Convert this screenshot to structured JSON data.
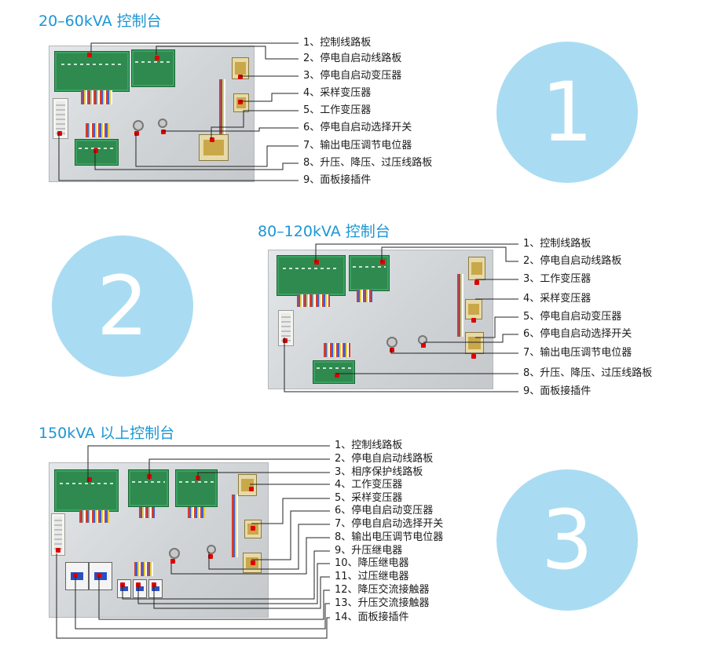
{
  "colors": {
    "title": "#1d96d3",
    "circle": "#a9dcf2",
    "leader": "#222222"
  },
  "sections": [
    {
      "title": "20–60kVA 控制台",
      "number": "1",
      "labels": [
        "1、控制线路板",
        "2、停电自启动线路板",
        "3、停电自启动变压器",
        "4、采样变压器",
        "5、工作变压器",
        "6、停电自启动选择开关",
        "7、输出电压调节电位器",
        "8、升压、降压、过压线路板",
        "9、面板接插件"
      ]
    },
    {
      "title": "80–120kVA 控制台",
      "number": "2",
      "labels": [
        "1、控制线路板",
        "2、停电自启动线路板",
        "3、工作变压器",
        "4、采样变压器",
        "5、停电自启动变压器",
        "6、停电自启动选择开关",
        "7、输出电压调节电位器",
        "8、升压、降压、过压线路板",
        "9、面板接插件"
      ]
    },
    {
      "title": "150kVA 以上控制台",
      "number": "3",
      "labels": [
        "1、控制线路板",
        "2、停电自启动线路板",
        "3、相序保护线路板",
        "4、工作变压器",
        "5、采样变压器",
        "6、停电自启动变压器",
        "7、停电自启动选择开关",
        "8、输出电压调节电位器",
        "9、升压继电器",
        "10、降压继电器",
        "11、过压继电器",
        "12、降压交流接触器",
        "13、升压交流接触器",
        "14、面板接插件"
      ]
    }
  ]
}
